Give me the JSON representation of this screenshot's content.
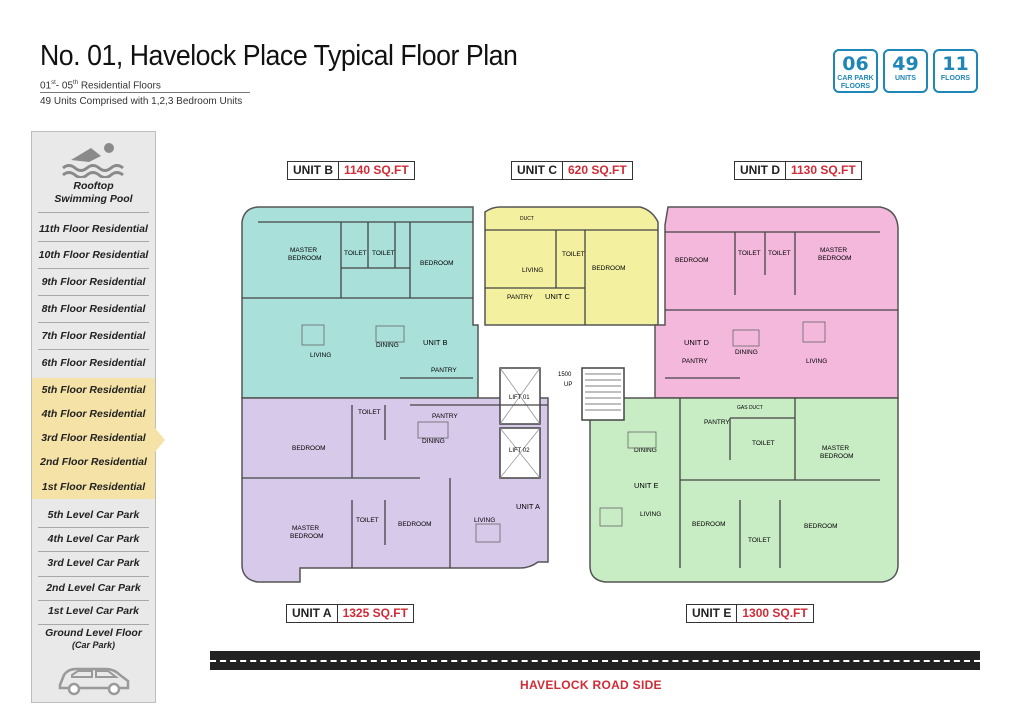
{
  "header": {
    "title": "No. 01, Havelock Place Typical Floor Plan",
    "floors_range": "01",
    "floors_range_sup1": "st",
    "floors_range_mid": "- 05",
    "floors_range_sup2": "th",
    "floors_range_suffix": " Residential Floors",
    "units_line": "49 Units Comprised with 1,2,3 Bedroom Units"
  },
  "badges": [
    {
      "num": "06",
      "label1": "CAR PARK",
      "label2": "FLOORS"
    },
    {
      "num": "49",
      "label1": "UNITS",
      "label2": ""
    },
    {
      "num": "11",
      "label1": "FLOORS",
      "label2": ""
    }
  ],
  "menu": {
    "pool_line1": "Rooftop",
    "pool_line2": "Swimming Pool",
    "items": [
      "11th Floor Residential",
      "10th Floor Residential",
      "9th Floor Residential",
      "8th Floor Residential",
      "7th Floor Residential",
      "6th Floor Residential",
      "5th Floor Residential",
      "4th Floor Residential",
      "3rd Floor Residential",
      "2nd Floor Residential",
      "1st  Floor Residential",
      "5th Level Car Park",
      "4th Level Car Park",
      "3rd Level Car Park",
      "2nd Level Car Park",
      "1st Level Car Park"
    ],
    "ground_line1": "Ground Level Floor",
    "ground_line2": "(Car Park)",
    "highlight_color": "#f5e2a6"
  },
  "units": {
    "b": {
      "name": "UNIT B",
      "sqft": "1140 SQ.FT",
      "color": "#a9e0da"
    },
    "c": {
      "name": "UNIT C",
      "sqft": "620 SQ.FT",
      "color": "#f3f0a0"
    },
    "d": {
      "name": "UNIT D",
      "sqft": "1130 SQ.FT",
      "color": "#f3b8dc"
    },
    "a": {
      "name": "UNIT A",
      "sqft": "1325 SQ.FT",
      "color": "#d6c9ea"
    },
    "e": {
      "name": "UNIT E",
      "sqft": "1300 SQ.FT",
      "color": "#c8ecc4"
    }
  },
  "rooms": {
    "b_master1": "MASTER",
    "b_master2": "BEDROOM",
    "b_toilet1": "TOILET",
    "b_toilet2": "TOILET",
    "b_bedroom": "BEDROOM",
    "b_dining": "DINING",
    "b_unit": "UNIT B",
    "b_living": "LIVING",
    "b_pantry": "PANTRY",
    "c_living": "LIVING",
    "c_toilet": "TOILET",
    "c_bedroom": "BEDROOM",
    "c_pantry": "PANTRY",
    "c_unit": "UNIT C",
    "d_bedroom": "BEDROOM",
    "d_toilet1": "TOILET",
    "d_toilet2": "TOILET",
    "d_master1": "MASTER",
    "d_master2": "BEDROOM",
    "d_unit": "UNIT D",
    "d_dining": "DINING",
    "d_pantry": "PANTRY",
    "d_living": "LIVING",
    "a_bedroom": "BEDROOM",
    "a_toilet": "TOILET",
    "a_pantry": "PANTRY",
    "a_dining": "DINING",
    "a_master1": "MASTER",
    "a_master2": "BEDROOM",
    "a_toilet2": "TOILET",
    "a_bedroom2": "BEDROOM",
    "a_living": "LIVING",
    "a_unit": "UNIT A",
    "e_pantry": "PANTRY",
    "e_gas": "GAS DUCT",
    "e_toilet": "TOILET",
    "e_master1": "MASTER",
    "e_master2": "BEDROOM",
    "e_dining": "DINING",
    "e_unit": "UNIT E",
    "e_living": "LIVING",
    "e_bedroom1": "BEDROOM",
    "e_toilet2": "TOILET",
    "e_bedroom2": "BEDROOM",
    "lift1": "LIFT 01",
    "lift2": "LIFT 02",
    "up": "UP",
    "stair_dim": "1500",
    "duct": "DUCT"
  },
  "road": {
    "label": "HAVELOCK ROAD SIDE"
  }
}
